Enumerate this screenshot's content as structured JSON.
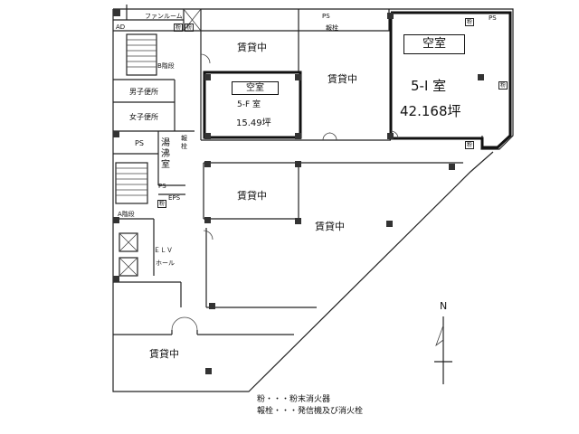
{
  "rooms": {
    "rented_top_small": "賃貸中",
    "rented_top_center": "賃貸中",
    "vacant_5f_badge": "空室",
    "vacant_5f_name": "5-F 室",
    "vacant_5f_area": "15.49坪",
    "vacant_5i_badge": "空室",
    "vacant_5i_name": "5-I 室",
    "vacant_5i_area": "42.168坪",
    "rented_mid_left": "賃貸中",
    "rented_mid_right": "賃貸中",
    "rented_bottom": "賃貸中"
  },
  "facilities": {
    "fan_room": "ファンルーム",
    "ad": "AD",
    "stair_b": "B階段",
    "mens_toilet": "男子便所",
    "womens_toilet": "女子便所",
    "ps1": "PS",
    "yuwakashi_1": "湯",
    "yuwakashi_2": "沸",
    "yuwakashi_3": "室",
    "ps2": "PS",
    "eps": "EPS",
    "stair_a": "A階段",
    "elv": "ＥＬＶ",
    "hall": "ホール",
    "ps_top": "PS",
    "ps_right": "PS",
    "houka_1": "報",
    "houka_2": "栓",
    "houka_top": "報栓",
    "fun_1": "粉",
    "fun_2": "粉",
    "fun_3": "粉",
    "fun_4": "粉",
    "fun_5": "粉",
    "fun_6": "粉"
  },
  "compass": {
    "north": "N"
  },
  "legend": {
    "line1": "粉・・・粉末消火器",
    "line2": "報栓・・・発信機及び消火栓"
  }
}
